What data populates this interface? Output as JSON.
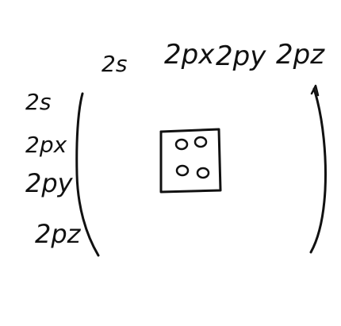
{
  "matrix": {
    "column_labels": [
      "2s",
      "2px",
      "2py",
      "2pz"
    ],
    "row_labels": [
      "2s",
      "2px",
      "2py",
      "2pz"
    ],
    "ink_color": "#111111",
    "block": {
      "circle_count": 4
    }
  }
}
